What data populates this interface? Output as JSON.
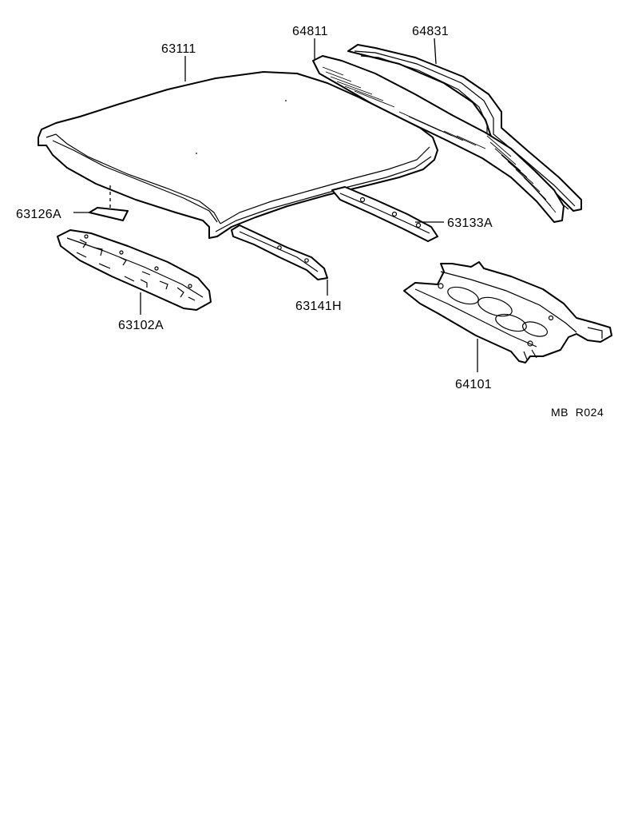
{
  "parts": {
    "roof_panel": "63111",
    "back_window_upper_frame": "64811",
    "back_window_outer_frame": "64831",
    "roof_silencer_pad": "63126A",
    "roof_rear_reinforcement": "63133A",
    "front_roof_header": "63102A",
    "roof_side_rail": "63141H",
    "package_tray_panel": "64101"
  },
  "diagram_code": "MB  R024"
}
